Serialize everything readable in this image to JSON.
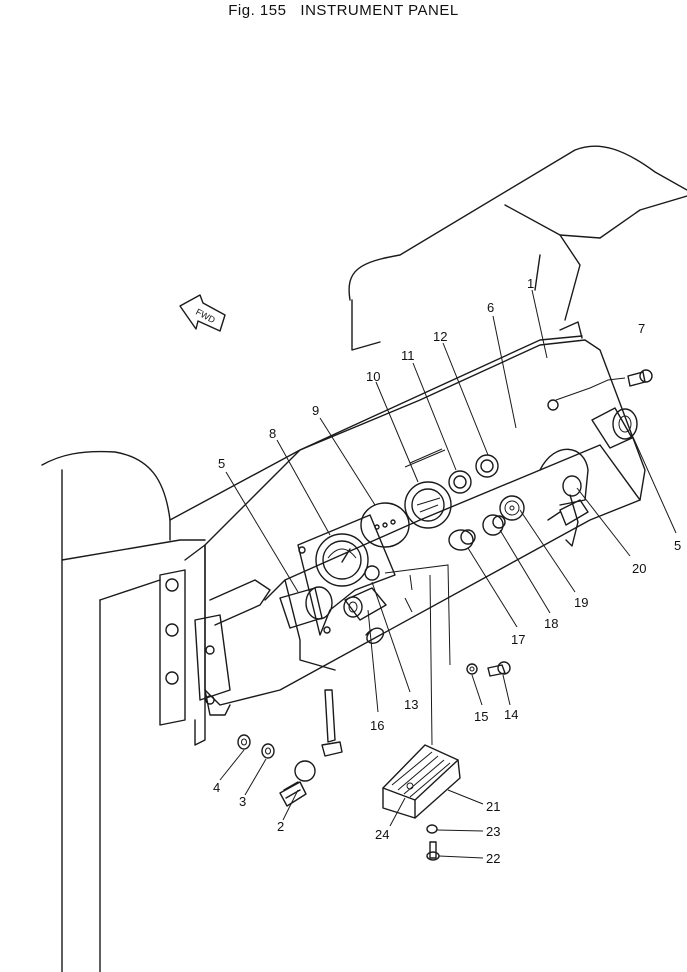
{
  "figure": {
    "title": "Fig. 155   INSTRUMENT PANEL",
    "direction_label": "FWD"
  },
  "callouts": [
    {
      "id": "c1",
      "label": "1"
    },
    {
      "id": "c2",
      "label": "2"
    },
    {
      "id": "c3",
      "label": "3"
    },
    {
      "id": "c4",
      "label": "4"
    },
    {
      "id": "c5a",
      "label": "5"
    },
    {
      "id": "c5b",
      "label": "5"
    },
    {
      "id": "c6",
      "label": "6"
    },
    {
      "id": "c7",
      "label": "7"
    },
    {
      "id": "c8",
      "label": "8"
    },
    {
      "id": "c9",
      "label": "9"
    },
    {
      "id": "c10",
      "label": "10"
    },
    {
      "id": "c11",
      "label": "11"
    },
    {
      "id": "c12",
      "label": "12"
    },
    {
      "id": "c13",
      "label": "13"
    },
    {
      "id": "c14",
      "label": "14"
    },
    {
      "id": "c15",
      "label": "15"
    },
    {
      "id": "c16",
      "label": "16"
    },
    {
      "id": "c17",
      "label": "17"
    },
    {
      "id": "c18",
      "label": "18"
    },
    {
      "id": "c19",
      "label": "19"
    },
    {
      "id": "c20",
      "label": "20"
    },
    {
      "id": "c21",
      "label": "21"
    },
    {
      "id": "c22",
      "label": "22"
    },
    {
      "id": "c23",
      "label": "23"
    },
    {
      "id": "c24",
      "label": "24"
    }
  ]
}
